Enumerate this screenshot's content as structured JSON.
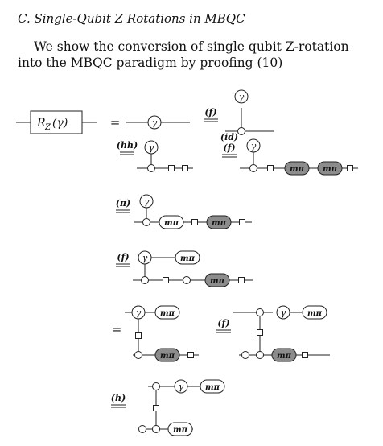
{
  "section": {
    "heading": "C. Single-Qubit Z Rotations in MBQC",
    "paragraph": "We show the conversion of single qubit Z-rotation into the MBQC paradigm by proofing (10)"
  },
  "gate": {
    "label": "R",
    "subscript": "Z",
    "argument": "(γ)"
  },
  "symbols": {
    "gamma": "γ",
    "m_pi": "mπ",
    "equals": "="
  },
  "rules": {
    "f": "(f)",
    "hh": "(hh)",
    "id": "(id)",
    "pi": "(π)",
    "h": "(h)"
  },
  "colors": {
    "line": "#222222",
    "gray_spider": "#8c8c8c",
    "white_spider": "#ffffff"
  }
}
